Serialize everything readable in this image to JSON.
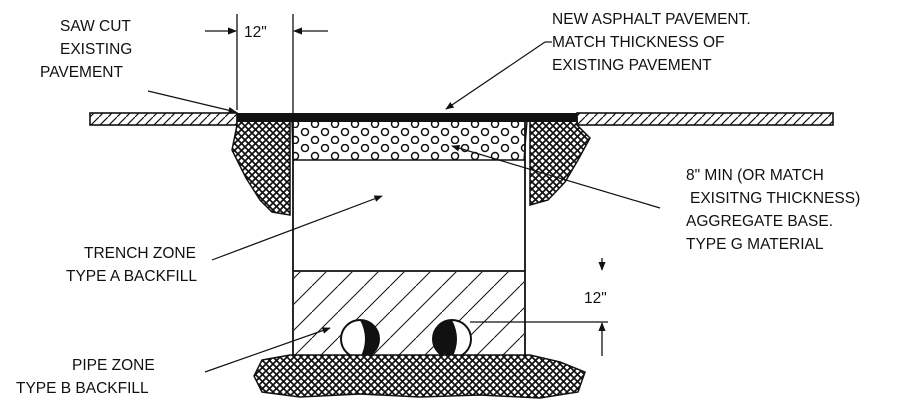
{
  "labels": {
    "saw_cut": [
      "SAW CUT",
      "EXISTING",
      "PAVEMENT"
    ],
    "new_asphalt": [
      "NEW ASPHALT PAVEMENT.",
      "MATCH THICKNESS OF",
      "EXISTING PAVEMENT"
    ],
    "aggregate_base": [
      "8\" MIN (OR MATCH",
      "EXISITNG THICKNESS)",
      "AGGREGATE BASE.",
      "TYPE G MATERIAL"
    ],
    "trench_zone": [
      "TRENCH ZONE",
      "TYPE A BACKFILL"
    ],
    "pipe_zone": [
      "PIPE ZONE",
      "TYPE B BACKFILL"
    ]
  },
  "dimensions": {
    "top_offset": "12\"",
    "pipe_cover": "12\""
  },
  "colors": {
    "ink": "#111111",
    "paper": "#ffffff"
  }
}
